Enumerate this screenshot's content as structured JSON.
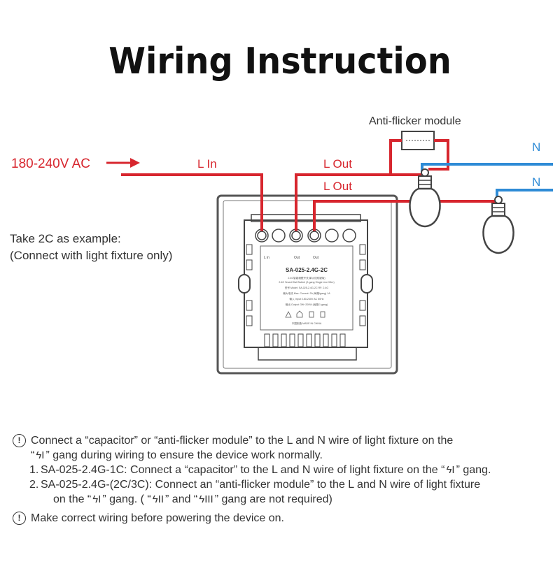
{
  "title": "Wiring Instruction",
  "diagram": {
    "source_label": "180-240V AC",
    "l_in": "L  In",
    "l_out_1": "L  Out",
    "l_out_2": "L  Out",
    "anti_flicker": "Anti-flicker module",
    "n_1": "N",
    "n_2": "N",
    "model": "SA-025-2.4G-2C",
    "term_lin": "L in",
    "term_out1": "Out",
    "term_out2": "Out",
    "spec_1": "2.4G智能墙壁开关(单火线双键版)",
    "spec_2": "2.4G Smart Wall Switch (2-gang Single Live Wire)",
    "spec_3": "型号 Model: SA-025-2.4G-2C   RF: 2.4G",
    "spec_4": "最大电流 Max. Current: 2A (每路/gang)  1A",
    "spec_5": "输入 Input: 180-240V AC 50Hz",
    "spec_6": "输出 Output: 3W~200W (每路/1 gang)",
    "made_in": "中国制造 MADE IN CHINA",
    "colors": {
      "live": "#d7262e",
      "neutral": "#2e8bd6",
      "outline": "#555555"
    }
  },
  "example": {
    "line1": "Take 2C as example:",
    "line2": "(Connect with light fixture only)"
  },
  "notes": {
    "note1_a": "Connect a “capacitor” or “anti-flicker module” to the L and N wire of light fixture on the",
    "note1_b1": "“",
    "note1_b2": "” gang during wiring to ensure the device work normally.",
    "item1_num": "1.",
    "item1_a": "SA-025-2.4G-1C: Connect a “capacitor” to the L and N wire of light fixture on the “",
    "item1_b": "” gang.",
    "item2_num": "2.",
    "item2_a": "SA-025-2.4G-(2C/3C): Connect an “anti-flicker module” to the L and N wire of light fixture",
    "item2_b1": "on the “",
    "item2_b2": "” gang. ( “",
    "item2_b3": "” and “",
    "item2_b4": "” gang are not required)",
    "note2": "Make correct wiring before powering the device on.",
    "bolt_1": "ϟI",
    "bolt_2": "ϟII",
    "bolt_3": "ϟIII",
    "info_icon": "!"
  }
}
